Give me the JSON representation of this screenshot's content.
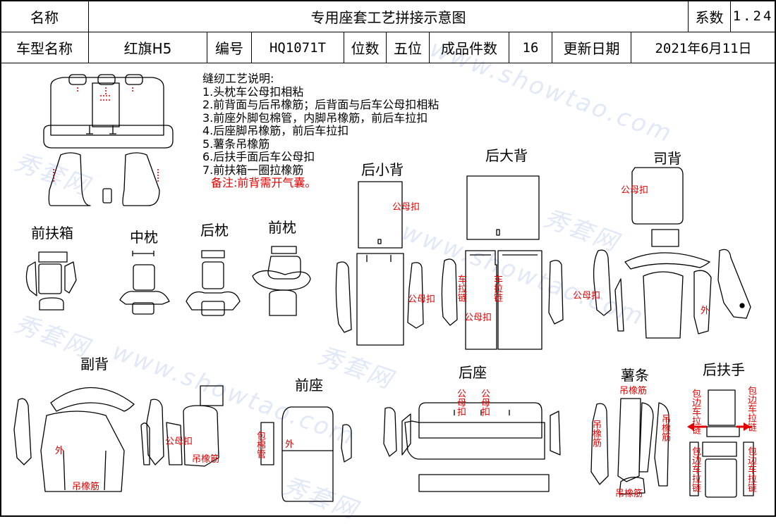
{
  "header": {
    "name_label": "名称",
    "name_value": "专用座套工艺拼接示意图",
    "coef_label": "系数",
    "coef_value": "1.24",
    "model_label": "车型名称",
    "model_value": "红旗H5",
    "code_label": "编号",
    "code_value": "HQ1071T",
    "seats_label": "位数",
    "seats_value": "五位",
    "pieces_label": "成品件数",
    "pieces_value": "16",
    "date_label": "更新日期",
    "date_value": "2021年6月11日"
  },
  "notes": {
    "title": "缝纫工艺说明:",
    "items": [
      "1.头枕车公母扣相粘",
      "2.前背面与后吊橡筋；后背面与后车公母扣相粘",
      "3.前座外脚包棉管，内脚吊橡筋，前后车拉扣",
      "4.后座脚吊橡筋，前后车拉扣",
      "5.薯条吊橡筋",
      "6.后扶手面后车公母扣",
      "7.前扶箱一圈拉橡筋"
    ],
    "remark": "备注:前背需开气囊。"
  },
  "sections": {
    "front_armrest_box": "前扶箱",
    "middle_pillow": "中枕",
    "rear_pillow": "后枕",
    "front_pillow": "前枕",
    "rear_small_back": "后小背",
    "rear_big_back": "后大背",
    "driver_back": "司背",
    "passenger_back": "副背",
    "front_seat": "前座",
    "rear_seat": "后座",
    "fries": "薯条",
    "rear_armrest": "后扶手"
  },
  "annotations": {
    "snap": "公母扣",
    "zipper": "车拉链",
    "elastic": "吊橡筋",
    "outer": "外",
    "cotton_tube": "包棉管",
    "edge_zipper": "包边车拉链"
  },
  "watermark": {
    "brand": "秀套网",
    "url": "www.showtao.com"
  },
  "colors": {
    "annotation_red": "#e00000",
    "line": "#000000"
  }
}
